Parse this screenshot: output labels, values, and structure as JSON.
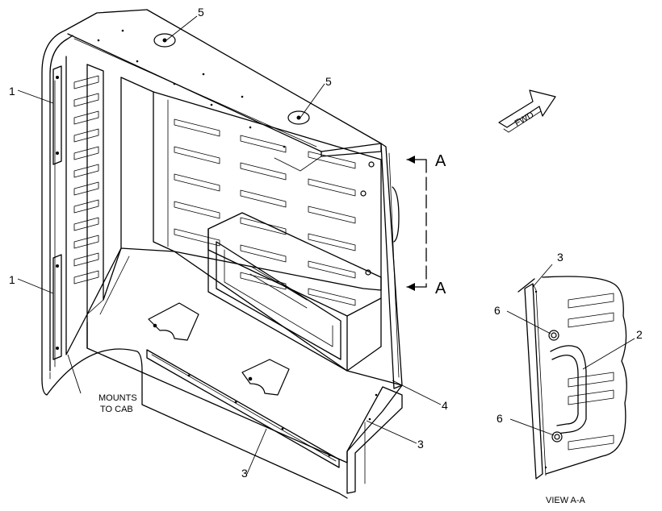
{
  "callouts": {
    "c1_upper": "1",
    "c1_lower": "1",
    "c5_top": "5",
    "c5_mid": "5",
    "c4": "4",
    "c3_right": "3",
    "c3_bottom": "3",
    "c3_view": "3",
    "c2_view": "2",
    "c6_upper": "6",
    "c6_lower": "6"
  },
  "labels": {
    "mounts_line1": "MOUNTS",
    "mounts_line2": "TO CAB",
    "section_top": "A",
    "section_bottom": "A",
    "fwd": "FWD",
    "view_caption": "VIEW A-A"
  }
}
